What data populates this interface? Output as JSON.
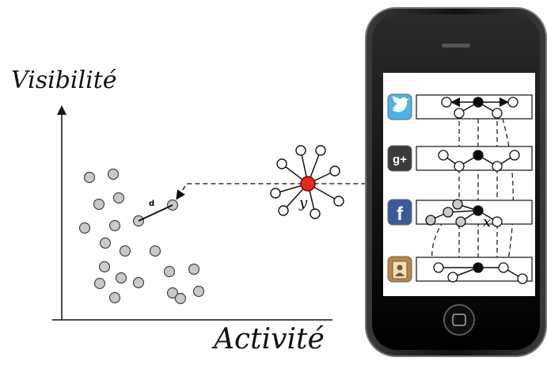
{
  "axes": {
    "y_label": "Visibilité",
    "x_label": "Activité"
  },
  "scatter": {
    "distance_label": "d"
  },
  "node_labels": {
    "central_user": "y",
    "matched_user": "x"
  },
  "phone": {
    "networks": [
      {
        "name": "twitter",
        "icon": "twitter-bird-icon",
        "color": "#4fb2e4",
        "glyph": ""
      },
      {
        "name": "google-plus",
        "icon": "google-plus-icon",
        "color": "#3a3a3a",
        "glyph": "g+"
      },
      {
        "name": "facebook",
        "icon": "facebook-icon",
        "color": "#3b5998",
        "glyph": "f"
      },
      {
        "name": "contacts",
        "icon": "address-book-icon",
        "color": "#b8864a",
        "glyph": ""
      }
    ]
  },
  "colors": {
    "node_gray": "#c9c9c9",
    "node_red": "#e8281e",
    "node_black": "#0a0a0a",
    "phone_body": "#1a1a1a"
  }
}
